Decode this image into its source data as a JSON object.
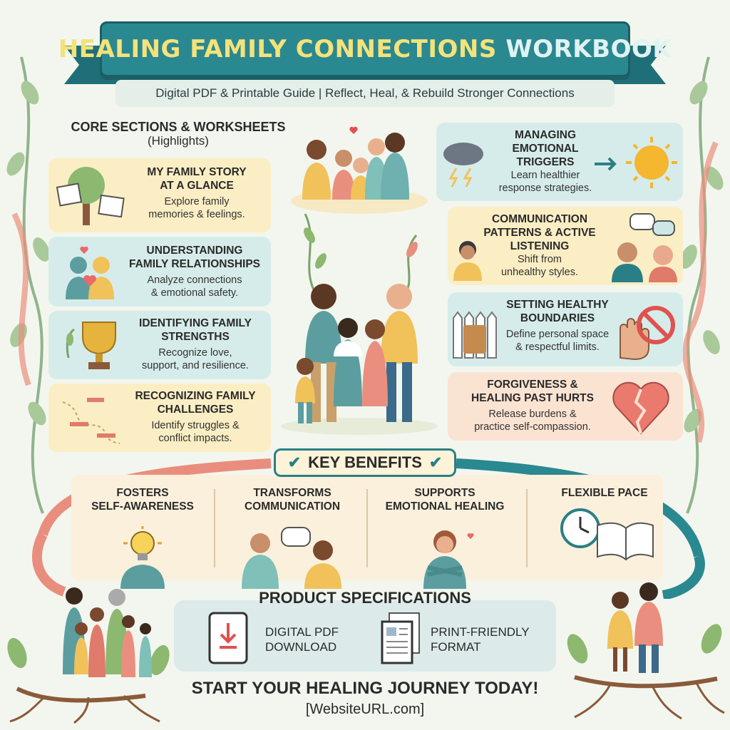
{
  "header": {
    "title_part1": "HEALING FAMILY CONNECTIONS",
    "title_part2": "WORKBOOK",
    "subtitle": "Digital PDF & Printable Guide | Reflect, Heal, & Rebuild Stronger Connections"
  },
  "core": {
    "heading": "CORE SECTIONS & WORKSHEETS",
    "subheading": "(Highlights)"
  },
  "sections_left": [
    {
      "title_1": "MY FAMILY STORY",
      "title_2": "AT A GLANCE",
      "desc_1": "Explore family",
      "desc_2": "memories & feelings.",
      "icon": "family-tree-photos-icon"
    },
    {
      "title_1": "UNDERSTANDING",
      "title_2": "FAMILY RELATIONSHIPS",
      "desc_1": "Analyze connections",
      "desc_2": "& emotional safety.",
      "icon": "hugging-hearts-icon"
    },
    {
      "title_1": "IDENTIFYING FAMILY",
      "title_2": "STRENGTHS",
      "desc_1": "Recognize love,",
      "desc_2": "support, and resilience.",
      "icon": "trophy-icon"
    },
    {
      "title_1": "RECOGNIZING FAMILY",
      "title_2": "CHALLENGES",
      "desc_1": "Identify struggles &",
      "desc_2": "conflict impacts.",
      "icon": "obstacle-path-icon"
    }
  ],
  "sections_right": [
    {
      "title_1": "MANAGING",
      "title_2": "EMOTIONAL",
      "title_3": "TRIGGERS",
      "desc_1": "Learn healthier",
      "desc_2": "response strategies.",
      "icon": "storm-to-sun-icon"
    },
    {
      "title_1": "COMMUNICATION",
      "title_2": "PATTERNS & ACTIVE",
      "title_3": "LISTENING",
      "desc_1": "Shift from",
      "desc_2": "unhealthy styles.",
      "icon": "speech-bubbles-icon"
    },
    {
      "title_1": "SETTING HEALTHY",
      "title_2": "BOUNDARIES",
      "desc_1": "Define personal space",
      "desc_2": "& respectful limits.",
      "icon": "fence-stop-hand-icon"
    },
    {
      "title_1": "FORGIVENESS &",
      "title_2": "HEALING PAST HURTS",
      "desc_1": "Release burdens &",
      "desc_2": "practice self-compassion.",
      "icon": "broken-heart-icon"
    }
  ],
  "benefits": {
    "heading": "KEY BENEFITS",
    "items": [
      {
        "line1": "FOSTERS",
        "line2": "SELF-AWARENESS",
        "icon": "lightbulb-icon"
      },
      {
        "line1": "TRANSFORMS",
        "line2": "COMMUNICATION",
        "icon": "conversation-icon"
      },
      {
        "line1": "SUPPORTS",
        "line2": "EMOTIONAL HEALING",
        "icon": "self-hug-icon"
      },
      {
        "line1": "FLEXIBLE PACE",
        "line2": "",
        "icon": "clock-book-icon"
      }
    ]
  },
  "specs": {
    "heading": "PRODUCT SPECIFICATIONS",
    "items": [
      {
        "line1": "DIGITAL PDF",
        "line2": "DOWNLOAD",
        "icon": "tablet-download-icon"
      },
      {
        "line1": "PRINT-FRIENDLY",
        "line2": "FORMAT",
        "icon": "printed-pages-icon"
      }
    ]
  },
  "cta": "START YOUR HEALING JOURNEY TODAY!",
  "url": "[WebsiteURL.com]",
  "colors": {
    "banner": "#2a8890",
    "title_yellow": "#f4e27a",
    "card_yellow": "#fbeec4",
    "card_teal": "#d6eceb",
    "card_peach": "#fbe3d2",
    "ribbon_coral": "#e98e7e"
  }
}
